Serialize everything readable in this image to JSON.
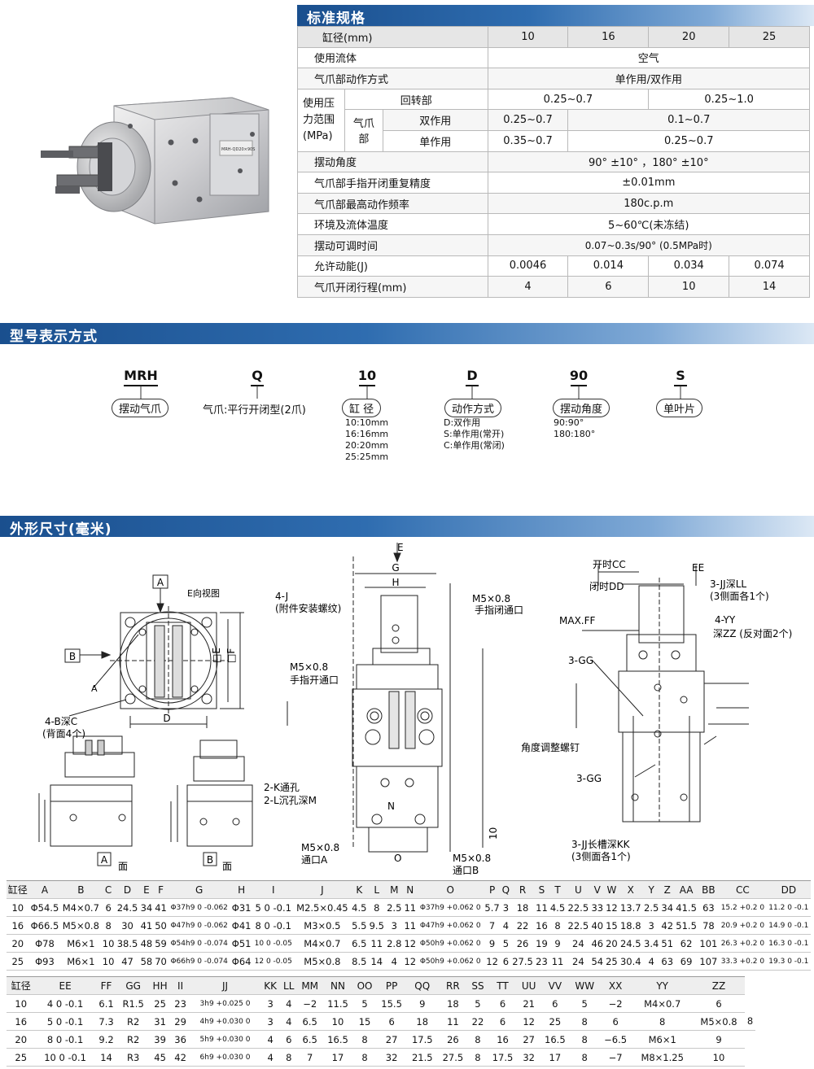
{
  "sections": {
    "spec_title": "标准规格",
    "model_title": "型号表示方式",
    "dims_title": "外形尺寸(毫米)"
  },
  "spec_table": {
    "bore_label": "缸径(mm)",
    "bores": [
      "10",
      "16",
      "20",
      "25"
    ],
    "fluid_label": "使用流体",
    "fluid_value": "空气",
    "action_label": "气爪部动作方式",
    "action_value": "单作用/双作用",
    "pressure_label_1": "使用压",
    "pressure_label_2": "力范围",
    "pressure_label_3": "(MPa)",
    "rotary_label": "回转部",
    "rotary_v1": "0.25~0.7",
    "rotary_v2": "0.25~1.0",
    "gripper_label": "气爪部",
    "double_label": "双作用",
    "double_v1": "0.25~0.7",
    "double_v2": "0.1~0.7",
    "single_label": "单作用",
    "single_v1": "0.35~0.7",
    "single_v2": "0.25~0.7",
    "swing_angle_label": "摆动角度",
    "swing_angle_value": "90° ±10° ，180° ±10°",
    "repeat_label": "气爪部手指开闭重复精度",
    "repeat_value": "±0.01mm",
    "freq_label": "气爪部最高动作频率",
    "freq_value": "180c.p.m",
    "temp_label": "环境及流体温度",
    "temp_value": "5~60℃(未冻结)",
    "adjust_label": "摆动可调时间",
    "adjust_value": "0.07~0.3s/90° (0.5MPa时)",
    "energy_label": "允许动能(J)",
    "energy_values": [
      "0.0046",
      "0.014",
      "0.034",
      "0.074"
    ],
    "stroke_label": "气爪开闭行程(mm)",
    "stroke_values": [
      "4",
      "6",
      "10",
      "14"
    ]
  },
  "product_image": {
    "label_text": "MRH-QD20×90S"
  },
  "model": {
    "codes": [
      "MRH",
      "Q",
      "10",
      "D",
      "90",
      "S"
    ],
    "pill_1": "摆动气爪",
    "text_2": "气爪:平行开闭型(2爪)",
    "pill_3": "缸 径",
    "pill_4": "动作方式",
    "pill_5": "摆动角度",
    "pill_6": "单叶片",
    "bore_options": "10:10mm\n16:16mm\n20:20mm\n25:25mm",
    "action_options": "D:双作用\nS:单作用(常开)\nC:单作用(常闭)",
    "angle_options": "90:90°\n180:180°"
  },
  "drawing_labels": {
    "view_e": "E向视图",
    "a": "A",
    "b": "B",
    "four_b": "4-B深C",
    "four_b_note": "(背面4个)",
    "d": "D",
    "e_box": "□E",
    "f_box": "□F",
    "a_face": "面",
    "b_face": "面",
    "e_arrow": "E",
    "g": "G",
    "h": "H",
    "four_j": "4-J",
    "four_j_note": "(附件安装螺纹)",
    "m5_close": "M5×0.8",
    "m5_close_note": "手指闭通口",
    "m5_open": "M5×0.8",
    "m5_open_note": "手指开通口",
    "two_k": "2-K通孔",
    "two_l": "2-L沉孔深M",
    "m5_a": "M5×0.8",
    "m5_a_note": "通口A",
    "m5_b": "M5×0.8",
    "m5_b_note": "通口B",
    "n": "N",
    "o": "O",
    "cc": "开时CC",
    "dd": "闭时DD",
    "ee": "EE",
    "jj_ll": "3-JJ深LL",
    "jj_ll_note": "(3侧面各1个)",
    "max_ff": "MAX.FF",
    "four_yy": "4-YY",
    "zz_note": "深ZZ (反对面2个)",
    "three_gg": "3-GG",
    "three_gg_2": "3-GG",
    "screw": "角度调整螺钉",
    "jj_kk": "3-JJ长槽深KK",
    "jj_kk_note": "(3侧面各1个)",
    "ten": "10"
  },
  "dim_table_1": {
    "headers": [
      "缸径",
      "A",
      "B",
      "C",
      "D",
      "E",
      "F",
      "G",
      "H",
      "I",
      "J",
      "K",
      "L",
      "M",
      "N",
      "O",
      "P",
      "Q",
      "R",
      "S",
      "T",
      "U",
      "V",
      "W",
      "X",
      "Y",
      "Z",
      "AA",
      "BB",
      "CC",
      "DD"
    ],
    "rows": [
      [
        "10",
        "Φ54.5",
        "M4×0.7",
        "6",
        "24.5",
        "34",
        "41",
        "Φ37h9 0 -0.062",
        "Φ31",
        "5 0 -0.1",
        "M2.5×0.45",
        "4.5",
        "8",
        "2.5",
        "11",
        "Φ37h9 +0.062 0",
        "5.7",
        "3",
        "18",
        "11",
        "4.5",
        "22.5",
        "33",
        "12",
        "13.7",
        "2.5",
        "34",
        "41.5",
        "63",
        "15.2 +0.2 0",
        "11.2 0 -0.1"
      ],
      [
        "16",
        "Φ66.5",
        "M5×0.8",
        "8",
        "30",
        "41",
        "50",
        "Φ47h9 0 -0.062",
        "Φ41",
        "8 0 -0.1",
        "M3×0.5",
        "5.5",
        "9.5",
        "3",
        "11",
        "Φ47h9 +0.062 0",
        "7",
        "4",
        "22",
        "16",
        "8",
        "22.5",
        "40",
        "15",
        "18.8",
        "3",
        "42",
        "51.5",
        "78",
        "20.9 +0.2 0",
        "14.9 0 -0.1"
      ],
      [
        "20",
        "Φ78",
        "M6×1",
        "10",
        "38.5",
        "48",
        "59",
        "Φ54h9 0 -0.074",
        "Φ51",
        "10 0 -0.05",
        "M4×0.7",
        "6.5",
        "11",
        "2.8",
        "12",
        "Φ50h9 +0.062 0",
        "9",
        "5",
        "26",
        "19",
        "9",
        "24",
        "46",
        "20",
        "24.5",
        "3.4",
        "51",
        "62",
        "101",
        "26.3 +0.2 0",
        "16.3 0 -0.1"
      ],
      [
        "25",
        "Φ93",
        "M6×1",
        "10",
        "47",
        "58",
        "70",
        "Φ66h9 0 -0.074",
        "Φ64",
        "12 0 -0.05",
        "M5×0.8",
        "8.5",
        "14",
        "4",
        "12",
        "Φ50h9 +0.062 0",
        "12",
        "6",
        "27.5",
        "23",
        "11",
        "24",
        "54",
        "25",
        "30.4",
        "4",
        "63",
        "69",
        "107",
        "33.3 +0.2 0",
        "19.3 0 -0.1"
      ]
    ]
  },
  "dim_table_2": {
    "headers": [
      "缸径",
      "EE",
      "FF",
      "GG",
      "HH",
      "II",
      "JJ",
      "KK",
      "LL",
      "MM",
      "NN",
      "OO",
      "PP",
      "QQ",
      "RR",
      "SS",
      "TT",
      "UU",
      "VV",
      "WW",
      "XX",
      "YY",
      "ZZ"
    ],
    "rows": [
      [
        "10",
        "4 0 -0.1",
        "6.1",
        "R1.5",
        "25",
        "23",
        "3h9 +0.025 0",
        "3",
        "4",
        "−2",
        "11.5",
        "5",
        "15.5",
        "9",
        "18",
        "5",
        "6",
        "21",
        "6",
        "5",
        "−2",
        "M4×0.7",
        "6"
      ],
      [
        "16",
        "5 0 -0.1",
        "7.3",
        "R2",
        "31",
        "29",
        "4h9 +0.030 0",
        "3",
        "4",
        "6.5",
        "10",
        "15",
        "6",
        "18",
        "11",
        "22",
        "6",
        "12",
        "25",
        "8",
        "6",
        "8",
        "M5×0.8",
        "8"
      ],
      [
        "20",
        "8 0 -0.1",
        "9.2",
        "R2",
        "39",
        "36",
        "5h9 +0.030 0",
        "4",
        "6",
        "6.5",
        "16.5",
        "8",
        "27",
        "17.5",
        "26",
        "8",
        "16",
        "27",
        "16.5",
        "8",
        "−6.5",
        "M6×1",
        "9"
      ],
      [
        "25",
        "10 0 -0.1",
        "14",
        "R3",
        "45",
        "42",
        "6h9 +0.030 0",
        "4",
        "8",
        "7",
        "17",
        "8",
        "32",
        "21.5",
        "27.5",
        "8",
        "17.5",
        "32",
        "17",
        "8",
        "−7",
        "M8×1.25",
        "10"
      ]
    ]
  }
}
